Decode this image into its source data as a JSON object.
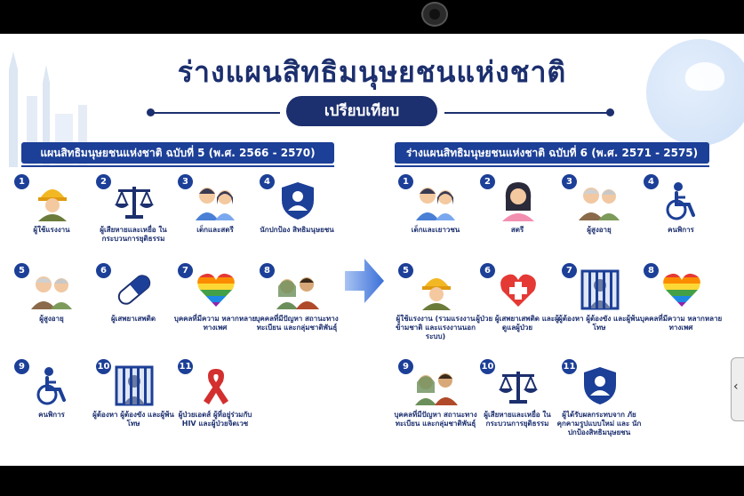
{
  "title": "ร่างแผนสิทธิมนุษยชนแห่งชาติ",
  "compare_label": "เปรียบเทียบ",
  "left_panel": {
    "heading": "แผนสิทธิมนุษยชนแห่งชาติ ฉบับที่ 5 (พ.ศ. 2566 - 2570)",
    "items": [
      {
        "num": "1",
        "icon": "worker-icon",
        "label": "ผู้ใช้แรงงาน"
      },
      {
        "num": "2",
        "icon": "scales-icon",
        "label": "ผู้เสียหายและเหยื่อ ในกระบวนการยุติธรรม"
      },
      {
        "num": "3",
        "icon": "children-icon",
        "label": "เด็กและสตรี"
      },
      {
        "num": "4",
        "icon": "shield-person-icon",
        "label": "นักปกป้อง สิทธิมนุษยชน"
      },
      {
        "num": "5",
        "icon": "elderly-icon",
        "label": "ผู้สูงอายุ"
      },
      {
        "num": "6",
        "icon": "capsule-icon",
        "label": "ผู้เสพยาเสพติด"
      },
      {
        "num": "7",
        "icon": "rainbow-heart-icon",
        "label": "บุคคลที่มีความ หลากหลายทางเพศ"
      },
      {
        "num": "8",
        "icon": "ethnic-group-icon",
        "label": "บุคคลที่มีปัญหา สถานะทางทะเบียน และกลุ่มชาติพันธุ์"
      },
      {
        "num": "9",
        "icon": "wheelchair-icon",
        "label": "คนพิการ"
      },
      {
        "num": "10",
        "icon": "prison-icon",
        "label": "ผู้ต้องหา ผู้ต้องขัง และผู้พ้นโทษ"
      },
      {
        "num": "11",
        "icon": "ribbon-icon",
        "label": "ผู้ป่วยเอดส์ ผู้ที่อยู่ร่วมกับ HIV และผู้ป่วยจิตเวช"
      }
    ]
  },
  "right_panel": {
    "heading": "ร่างแผนสิทธิมนุษยชนแห่งชาติ ฉบับที่ 6 (พ.ศ. 2571 - 2575)",
    "items": [
      {
        "num": "1",
        "icon": "children-icon",
        "label": "เด็กและเยาวชน"
      },
      {
        "num": "2",
        "icon": "woman-icon",
        "label": "สตรี"
      },
      {
        "num": "3",
        "icon": "elderly-icon",
        "label": "ผู้สูงอายุ"
      },
      {
        "num": "4",
        "icon": "wheelchair-icon",
        "label": "คนพิการ"
      },
      {
        "num": "5",
        "icon": "worker-icon",
        "label": "ผู้ใช้แรงงาน (รวมแรงงานข้ามชาติ และแรงงานนอกระบบ)"
      },
      {
        "num": "6",
        "icon": "medical-cross-icon",
        "label": "ผู้ป่วย ผู้เสพยาเสพติด และผู้ดูแลผู้ป่วย"
      },
      {
        "num": "7",
        "icon": "prison-icon",
        "label": "ผู้ต้องหา ผู้ต้องขัง และผู้พ้นโทษ"
      },
      {
        "num": "8",
        "icon": "rainbow-heart-icon",
        "label": "บุคคลที่มีความ หลากหลายทางเพศ"
      },
      {
        "num": "9",
        "icon": "ethnic-group-icon",
        "label": "บุคคลที่มีปัญหา สถานะทางทะเบียน และกลุ่มชาติพันธุ์"
      },
      {
        "num": "10",
        "icon": "scales-icon",
        "label": "ผู้เสียหายและเหยื่อ ในกระบวนการยุติธรรม"
      },
      {
        "num": "11",
        "icon": "shield-person-icon",
        "label": "ผู้ได้รับผลกระทบจาก ภัยคุกคามรูปแบบใหม่ และ นักปกป้องสิทธิมนุษยชน"
      }
    ]
  },
  "side_tab_glyph": "‹",
  "colors": {
    "navy": "#1c2f6e",
    "blue": "#1c3f97",
    "arrow": "#3a6fd8"
  }
}
